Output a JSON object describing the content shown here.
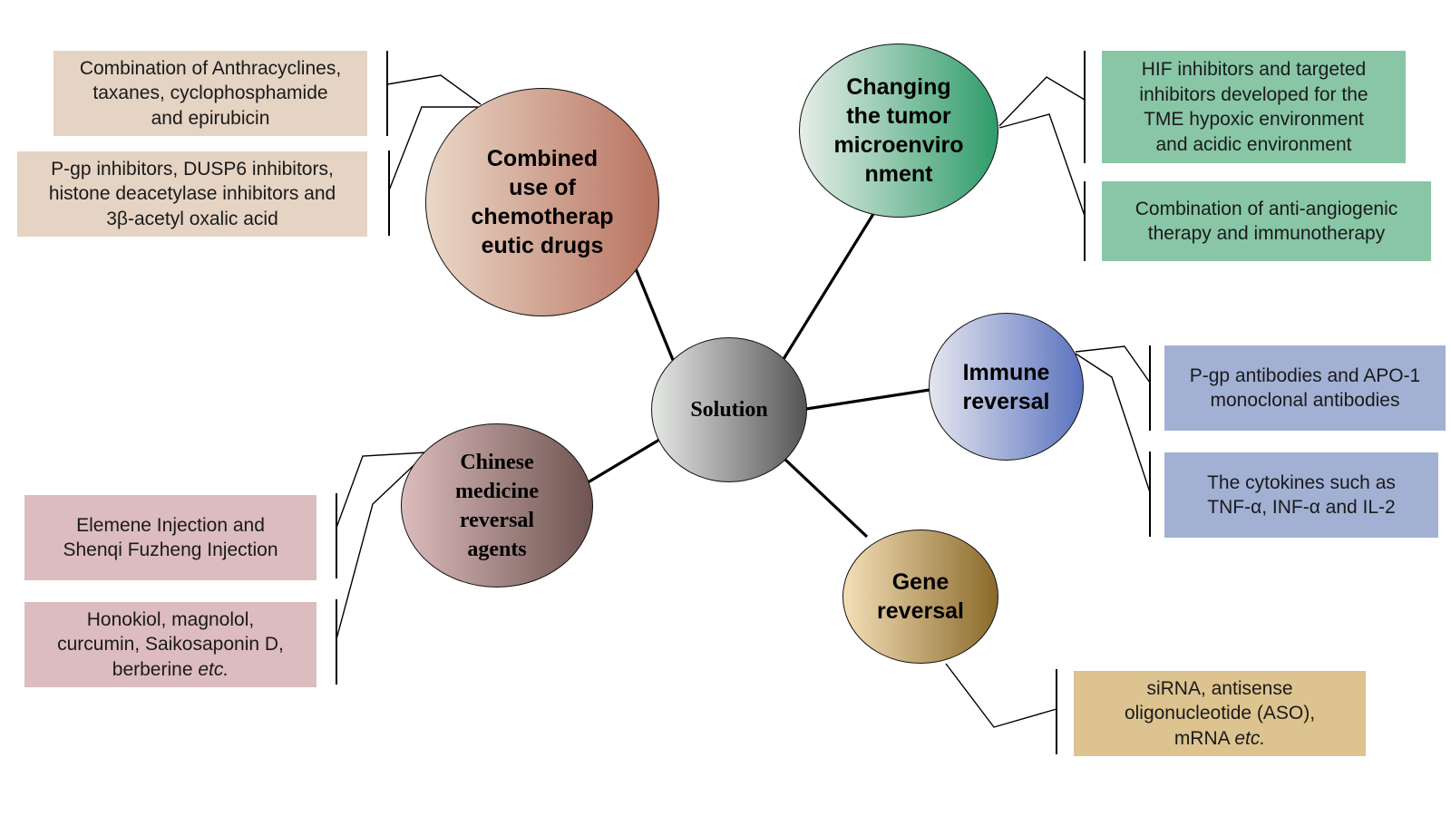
{
  "center": {
    "label": "Solution",
    "color_from": "#e6e8e6",
    "color_to": "#555555"
  },
  "branches": [
    {
      "id": "chemo",
      "label": "Combined\nuse of\nchemotherap\neutic drugs",
      "color_from": "#ead8c8",
      "color_to": "#b87260",
      "box_color": "#e5d3c3",
      "items": [
        {
          "text": "Combination of Anthracyclines,\ntaxanes, cyclophosphamide\nand epirubicin",
          "italic_suffix": ""
        },
        {
          "text": "P-gp inhibitors, DUSP6 inhibitors,\nhistone deacetylase inhibitors and\n3β-acetyl oxalic acid",
          "italic_suffix": ""
        }
      ]
    },
    {
      "id": "tme",
      "label": "Changing\nthe tumor\nmicroenviro\nnment",
      "color_from": "#e6eee8",
      "color_to": "#2f9c6a",
      "box_color": "#88c6a6",
      "items": [
        {
          "text": "HIF inhibitors and targeted\ninhibitors developed for the\nTME hypoxic environment\nand acidic environment",
          "italic_suffix": ""
        },
        {
          "text": "Combination of anti-angiogenic\ntherapy and immunotherapy",
          "italic_suffix": ""
        }
      ]
    },
    {
      "id": "immune",
      "label": "Immune\nreversal",
      "color_from": "#e4e6ee",
      "color_to": "#5b73bf",
      "box_color": "#a2b0d4",
      "items": [
        {
          "text": "P-gp antibodies and APO-1\nmonoclonal antibodies",
          "italic_suffix": ""
        },
        {
          "text": "The cytokines such as\nTNF-α, INF-α and IL-2",
          "italic_suffix": ""
        }
      ]
    },
    {
      "id": "gene",
      "label": "Gene\nreversal",
      "color_from": "#f5dfb8",
      "color_to": "#8a6a2a",
      "box_color": "#dcc38f",
      "items": [
        {
          "text": "siRNA, antisense\noligonucleotide (ASO),\nmRNA ",
          "italic_suffix": "etc."
        }
      ]
    },
    {
      "id": "tcm",
      "label": "Chinese\nmedicine\nreversal\nagents",
      "color_from": "#dcbcbc",
      "color_to": "#6e5450",
      "box_color": "#dcbcbe",
      "items": [
        {
          "text": "Elemene Injection and\nShenqi Fuzheng Injection",
          "italic_suffix": ""
        },
        {
          "text": "Honokiol, magnolol,\ncurcumin, Saikosaponin D,\nberberine ",
          "italic_suffix": "etc."
        }
      ]
    }
  ]
}
